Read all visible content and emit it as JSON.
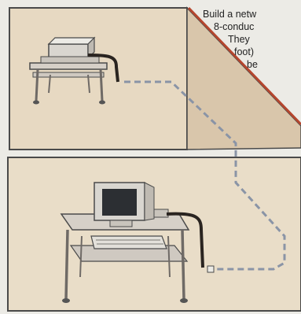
{
  "caption": {
    "lines": [
      "Build a netw",
      "8-conduc",
      "They",
      "foot)",
      "be"
    ]
  },
  "colors": {
    "wall": "#e7d9c2",
    "wall_top": "#f0e8da",
    "outline": "#4a4a4a",
    "roof_edge": "#b5462e",
    "cable": "#2a2420",
    "cable_run": "#8a94a6",
    "desk_top": "#d6d0c8",
    "desk_frame": "#6f6a66",
    "monitor": "#d9d6d0",
    "screen": "#2c2f33"
  },
  "icons": {
    "router": "network-router-icon",
    "computer": "desktop-computer-icon",
    "upper_desk": "computer-desk-icon",
    "lower_desk": "computer-desk-icon"
  }
}
